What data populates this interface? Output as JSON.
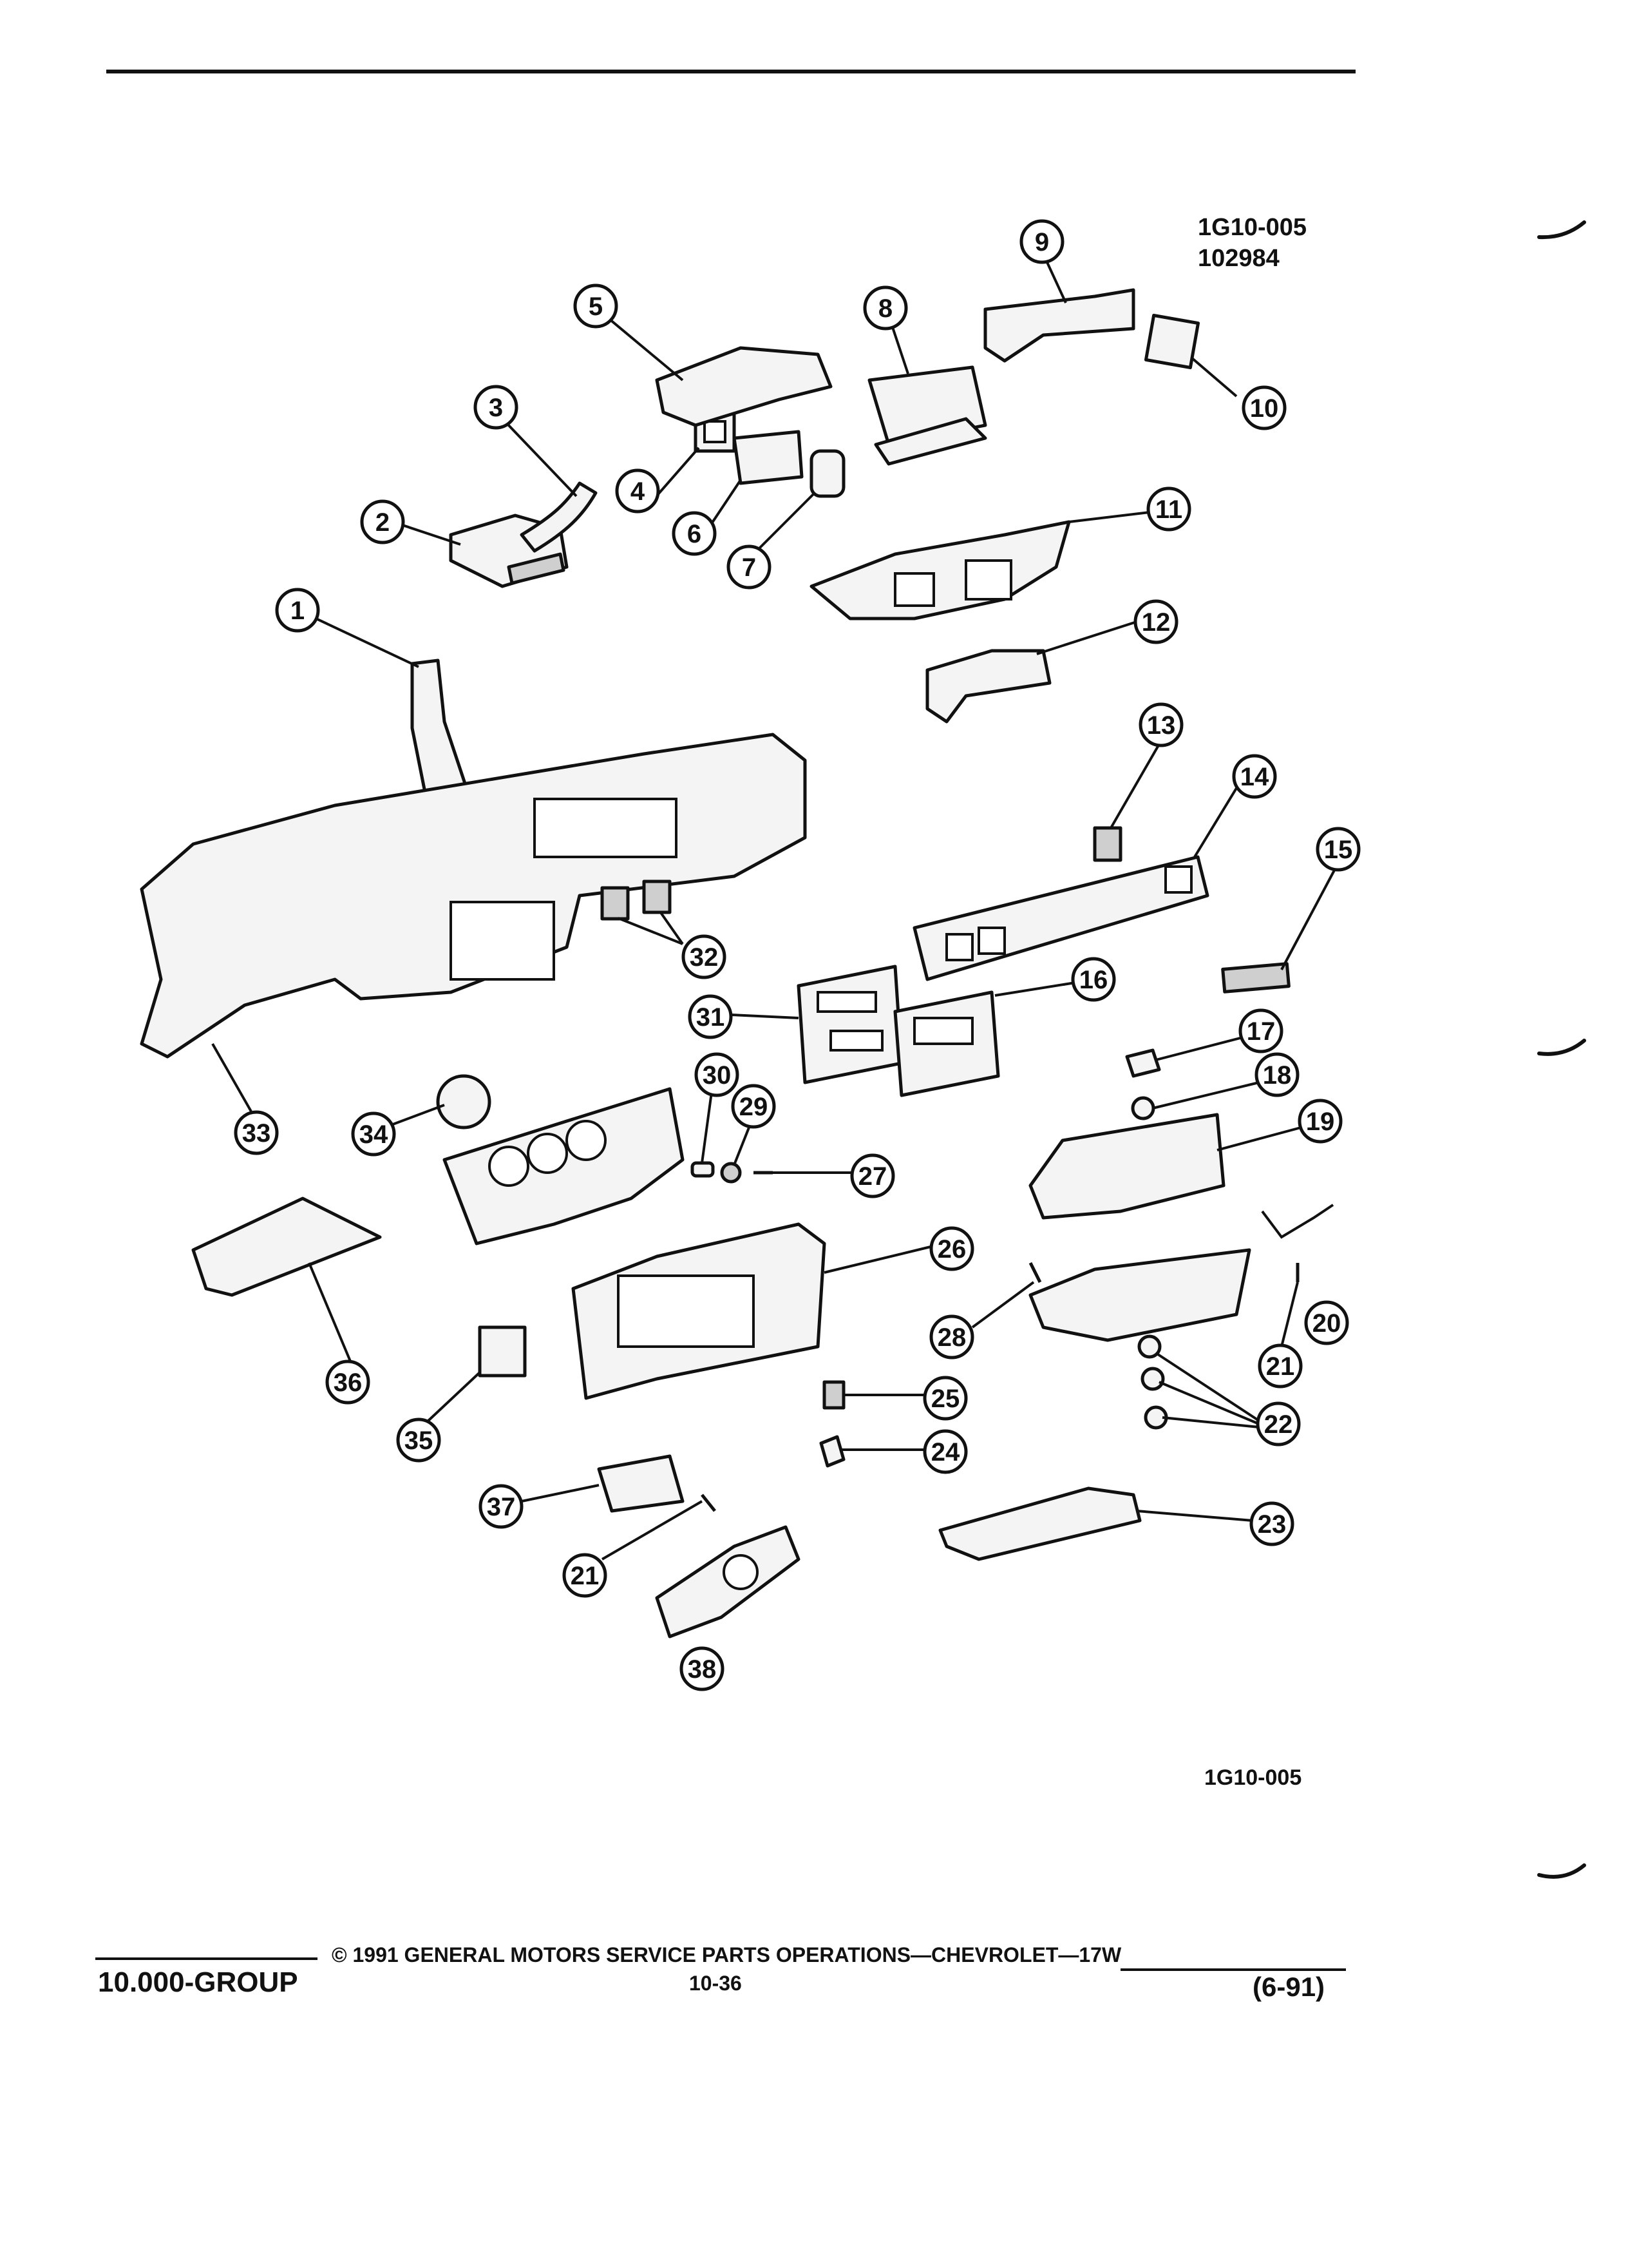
{
  "figure": {
    "code_top": "1G10-005",
    "code_date": "102984",
    "code_bottom": "1G10-005"
  },
  "callouts": [
    {
      "id": "c1",
      "label": "1"
    },
    {
      "id": "c2",
      "label": "2"
    },
    {
      "id": "c3",
      "label": "3"
    },
    {
      "id": "c4",
      "label": "4"
    },
    {
      "id": "c5",
      "label": "5"
    },
    {
      "id": "c6",
      "label": "6"
    },
    {
      "id": "c7",
      "label": "7"
    },
    {
      "id": "c8",
      "label": "8"
    },
    {
      "id": "c9",
      "label": "9"
    },
    {
      "id": "c10",
      "label": "10"
    },
    {
      "id": "c11",
      "label": "11"
    },
    {
      "id": "c12",
      "label": "12"
    },
    {
      "id": "c13",
      "label": "13"
    },
    {
      "id": "c14",
      "label": "14"
    },
    {
      "id": "c15",
      "label": "15"
    },
    {
      "id": "c16",
      "label": "16"
    },
    {
      "id": "c17",
      "label": "17"
    },
    {
      "id": "c18",
      "label": "18"
    },
    {
      "id": "c19",
      "label": "19"
    },
    {
      "id": "c20",
      "label": "20"
    },
    {
      "id": "c21a",
      "label": "21"
    },
    {
      "id": "c21b",
      "label": "21"
    },
    {
      "id": "c22",
      "label": "22"
    },
    {
      "id": "c23",
      "label": "23"
    },
    {
      "id": "c24",
      "label": "24"
    },
    {
      "id": "c25",
      "label": "25"
    },
    {
      "id": "c26",
      "label": "26"
    },
    {
      "id": "c27",
      "label": "27"
    },
    {
      "id": "c28",
      "label": "28"
    },
    {
      "id": "c29",
      "label": "29"
    },
    {
      "id": "c30",
      "label": "30"
    },
    {
      "id": "c31",
      "label": "31"
    },
    {
      "id": "c32",
      "label": "32"
    },
    {
      "id": "c33",
      "label": "33"
    },
    {
      "id": "c34",
      "label": "34"
    },
    {
      "id": "c35",
      "label": "35"
    },
    {
      "id": "c36",
      "label": "36"
    },
    {
      "id": "c37",
      "label": "37"
    },
    {
      "id": "c38",
      "label": "38"
    }
  ],
  "footer": {
    "group": "10.000-GROUP",
    "copyright": "© 1991 GENERAL MOTORS SERVICE PARTS OPERATIONS—CHEVROLET—17W",
    "page": "10-36",
    "date": "(6-91)"
  }
}
